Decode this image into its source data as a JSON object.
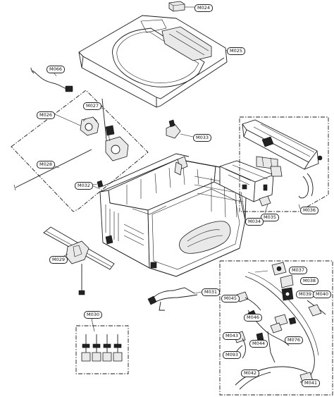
{
  "labels": {
    "m024": "M024",
    "m025": "M025",
    "m066": "M066",
    "m026": "M026",
    "m027": "M027",
    "m028": "M028",
    "m033": "M033",
    "m032": "M032",
    "m034": "M034",
    "m035": "M035",
    "m036": "M036",
    "m029": "M029",
    "m031": "M031",
    "m030": "M030",
    "m037": "M037",
    "m038": "M038",
    "m039": "M039",
    "m040": "M040",
    "m045": "M045",
    "m046": "M046",
    "m043": "M043",
    "m044": "M044",
    "m076": "M076",
    "m093": "M093",
    "m042": "M042",
    "m041": "M041"
  }
}
